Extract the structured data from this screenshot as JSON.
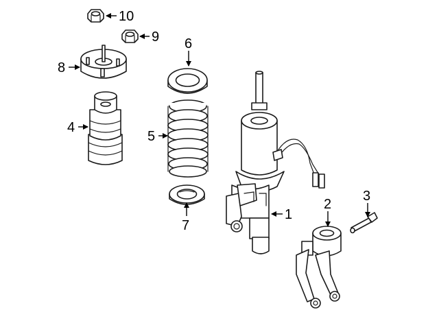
{
  "callouts": [
    {
      "id": "1",
      "text": "1"
    },
    {
      "id": "2",
      "text": "2"
    },
    {
      "id": "3",
      "text": "3"
    },
    {
      "id": "4",
      "text": "4"
    },
    {
      "id": "5",
      "text": "5"
    },
    {
      "id": "6",
      "text": "6"
    },
    {
      "id": "7",
      "text": "7"
    },
    {
      "id": "8",
      "text": "8"
    },
    {
      "id": "9",
      "text": "9"
    },
    {
      "id": "10",
      "text": "10"
    }
  ],
  "colors": {
    "line": "#1a1a1a",
    "background": "#ffffff"
  }
}
